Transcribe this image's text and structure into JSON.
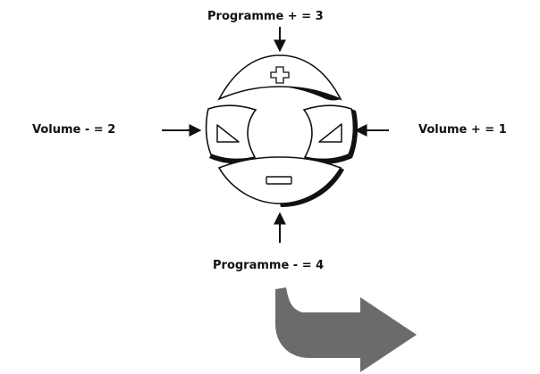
{
  "labels": {
    "programme_plus": "Programme + = 3",
    "volume_minus": "Volume - = 2",
    "volume_plus": "Volume + = 1",
    "programme_minus": "Programme - = 4"
  },
  "icons": {
    "top_button": "plus-icon",
    "bottom_button": "minus-icon",
    "left_button": "triangle-left-icon",
    "right_button": "triangle-right-icon",
    "next_step": "bent-arrow-right-icon"
  },
  "colors": {
    "ink": "#111111",
    "arrow_fill": "#6b6b6b",
    "background": "#ffffff"
  }
}
